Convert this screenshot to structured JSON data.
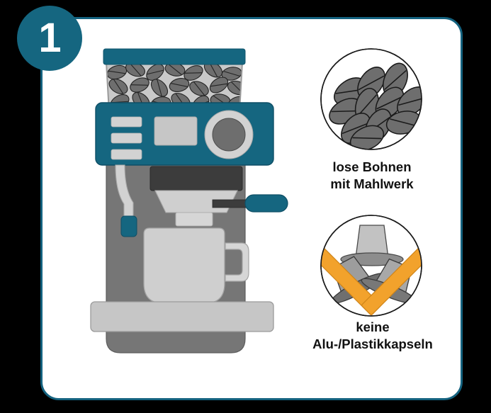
{
  "step": {
    "number": "1"
  },
  "colors": {
    "background": "#000000",
    "card_bg": "#ffffff",
    "card_border": "#14627f",
    "teal": "#156680",
    "teal_dark": "#11556c",
    "body_gray": "#767676",
    "light_gray": "#d2d2d2",
    "mid_gray": "#cccccc",
    "dark_gray": "#3c3c3c",
    "bean_gray": "#6e6e6e",
    "orange": "#f2a22c",
    "outline": "#1a1a1a",
    "text": "#111111"
  },
  "illustration": {
    "title": "Kaffeevollautomat mit Bohnenbehaelter",
    "machine": {
      "name": "espresso-machine",
      "parts": [
        {
          "name": "bean-hopper-lid",
          "color": "#156680"
        },
        {
          "name": "bean-hopper",
          "color": "#c9c9c9"
        },
        {
          "name": "control-panel",
          "color": "#156680"
        },
        {
          "name": "panel-button-1",
          "color": "#d2d2d2"
        },
        {
          "name": "panel-button-2",
          "color": "#d2d2d2"
        },
        {
          "name": "panel-button-3",
          "color": "#d2d2d2"
        },
        {
          "name": "panel-display",
          "color": "#c6c6c6"
        },
        {
          "name": "control-dial",
          "color": "#d2d2d2"
        },
        {
          "name": "machine-body",
          "color": "#767676"
        },
        {
          "name": "steam-wand",
          "color": "#d2d2d2"
        },
        {
          "name": "steam-wand-tip",
          "color": "#156680"
        },
        {
          "name": "group-head",
          "color": "#3c3c3c"
        },
        {
          "name": "portafilter",
          "color": "#cfcfcf"
        },
        {
          "name": "portafilter-handle",
          "color": "#156680"
        },
        {
          "name": "coffee-cup",
          "color": "#cfcfcf"
        },
        {
          "name": "drip-tray",
          "color": "#c6c6c6"
        }
      ]
    }
  },
  "icons": {
    "beans": {
      "name": "loose-coffee-beans-icon",
      "caption_line1": "lose Bohnen",
      "caption_line2": "mit Mahlwerk",
      "caption": "lose Bohnen\nmit Mahlwerk",
      "bean_count": 11,
      "bean_color": "#6e6e6e",
      "circle_stroke": "#1a1a1a"
    },
    "capsules": {
      "name": "no-capsules-icon",
      "caption_line1": "keine",
      "caption_line2": "Alu-/Plastikkapseln",
      "caption": "keine\nAlu-/Plastikkapseln",
      "capsule_count": 3,
      "cross_color": "#f2a22c",
      "circle_stroke": "#1a1a1a",
      "forbidden": true
    }
  }
}
